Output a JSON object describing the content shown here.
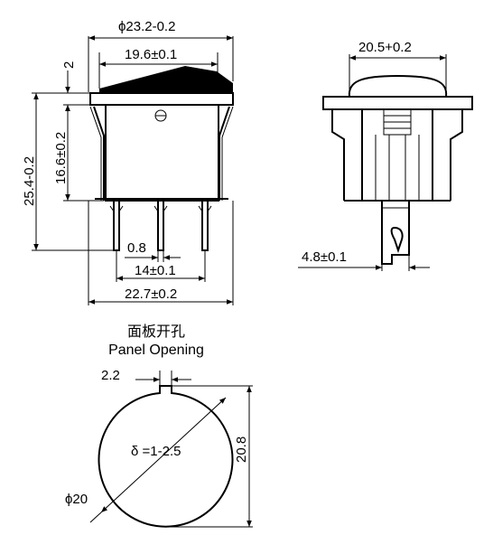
{
  "dimensions": {
    "overall_width": "ϕ23.2-0.2",
    "cap_width": "19.6±0.1",
    "rocker_height": "2",
    "body_height": "16.6±0.2",
    "total_height": "25.4-0.2",
    "terminal_width": "0.8",
    "terminal_pitch": "14±0.1",
    "base_width": "22.7±0.2",
    "side_width": "20.5+0.2",
    "side_terminal_width": "4.8±0.1"
  },
  "panel_opening": {
    "title_cn": "面板开孔",
    "title_en": "Panel Opening",
    "notch_width": "2.2",
    "hole_height": "20.8",
    "thickness": "δ =1-2.5",
    "diameter": "ϕ20"
  }
}
